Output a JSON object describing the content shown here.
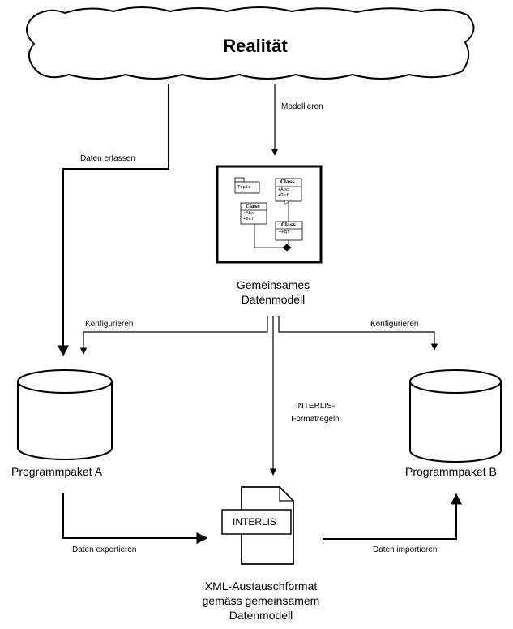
{
  "reality": {
    "label": "Realität"
  },
  "edges": {
    "modellieren": "Modellieren",
    "daten_erfassen": "Daten erfassen",
    "konfigurieren_a": "Konfigurieren",
    "konfigurieren_b": "Konfigurieren",
    "formatregeln": [
      "INTERLIS-",
      "Formatregeln"
    ],
    "daten_exportieren": "Daten exportieren",
    "daten_importieren": "Daten importieren"
  },
  "model": {
    "caption": [
      "Gemeinsames",
      "Datenmodell"
    ],
    "uml": {
      "topic": "Topic",
      "class_label": "Class",
      "attr_abc": "+Abc",
      "attr_def": "+Def",
      "attr_pqr": "+Pqr"
    }
  },
  "package_a": {
    "label": "Programmpaket A"
  },
  "package_b": {
    "label": "Programmpaket B"
  },
  "xml": {
    "doc_label": "INTERLIS",
    "caption": [
      "XML-Austauschformat",
      "gemäss gemeinsamem",
      "Datenmodell"
    ]
  }
}
